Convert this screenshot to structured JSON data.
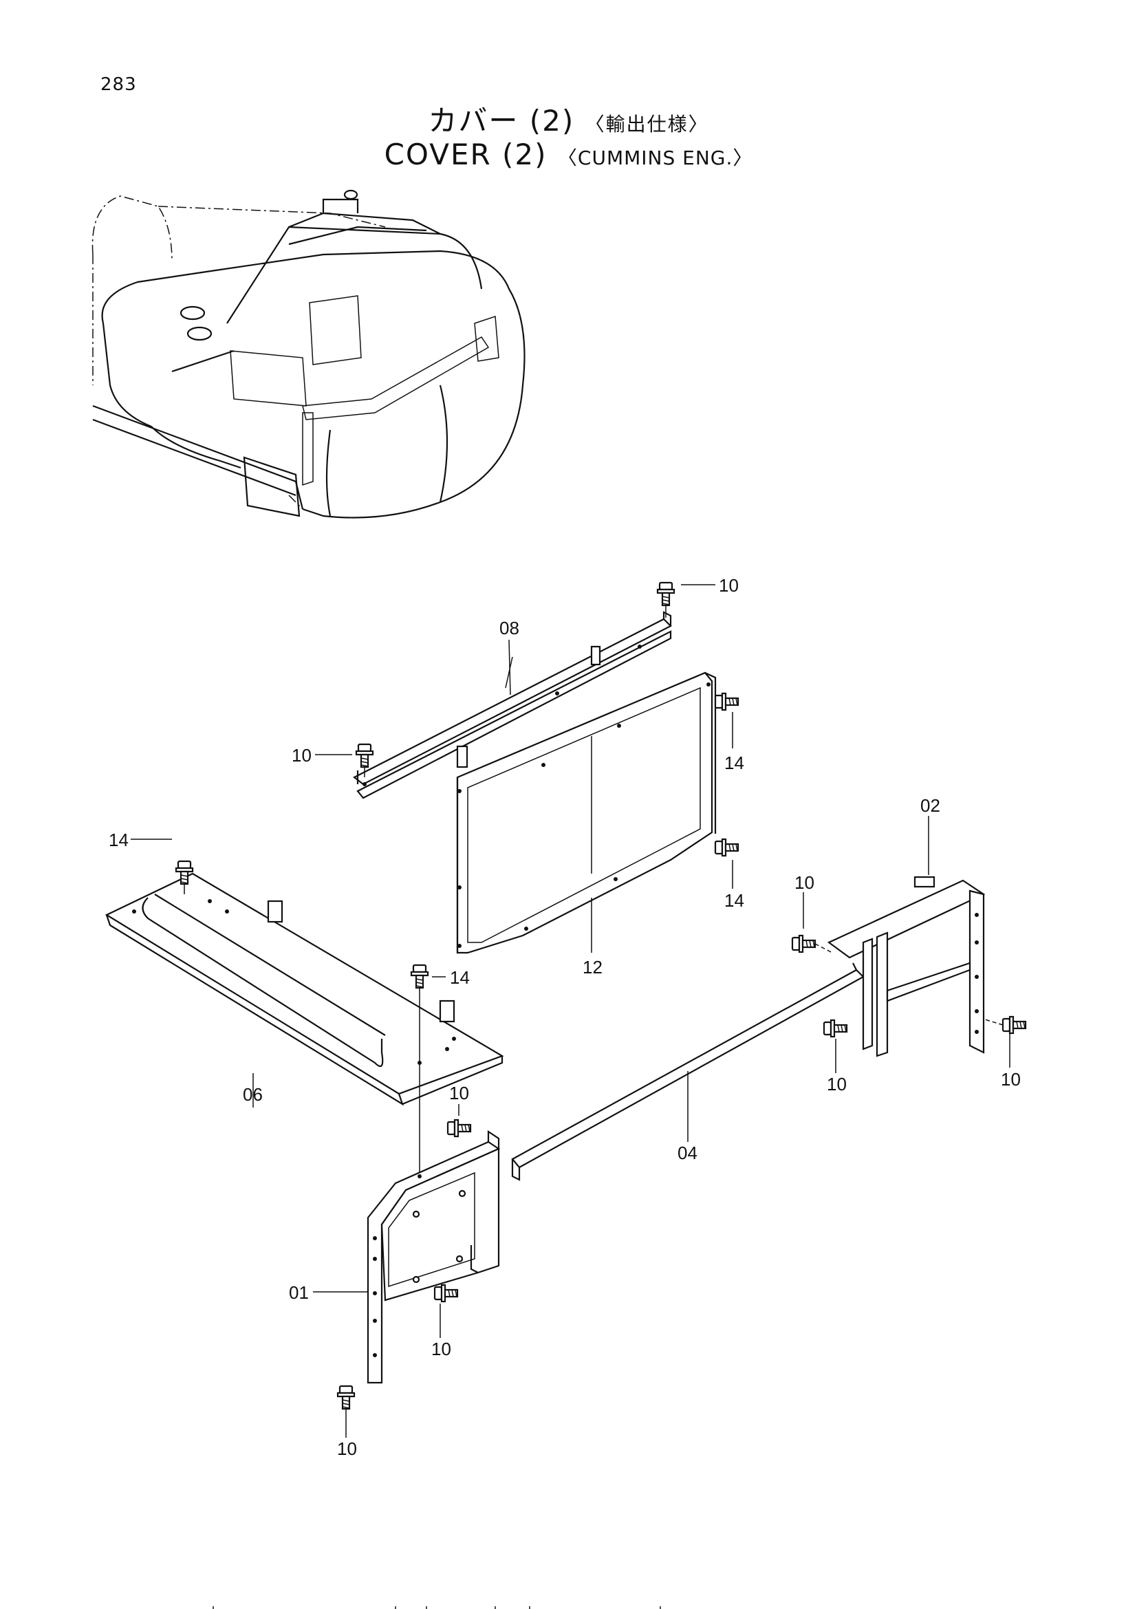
{
  "page": {
    "number": "283",
    "title_jp": "カバー (2)",
    "title_jp_note": "〈輸出仕様〉",
    "title_en": "COVER (2)",
    "title_en_note": "〈CUMMINS ENG.〉"
  },
  "callouts": [
    {
      "id": "c10a",
      "text": "10"
    },
    {
      "id": "c08",
      "text": "08"
    },
    {
      "id": "c14a",
      "text": "14"
    },
    {
      "id": "c10b",
      "text": "10"
    },
    {
      "id": "c14b",
      "text": "14"
    },
    {
      "id": "c14c",
      "text": "14"
    },
    {
      "id": "c02",
      "text": "02"
    },
    {
      "id": "c10c",
      "text": "10"
    },
    {
      "id": "c12",
      "text": "12"
    },
    {
      "id": "c14d",
      "text": "14"
    },
    {
      "id": "c06",
      "text": "06"
    },
    {
      "id": "c10d",
      "text": "10"
    },
    {
      "id": "c10e",
      "text": "10"
    },
    {
      "id": "c10f",
      "text": "10"
    },
    {
      "id": "c04",
      "text": "04"
    },
    {
      "id": "c01",
      "text": "01"
    },
    {
      "id": "c10g",
      "text": "10"
    },
    {
      "id": "c10h",
      "text": "10"
    }
  ]
}
